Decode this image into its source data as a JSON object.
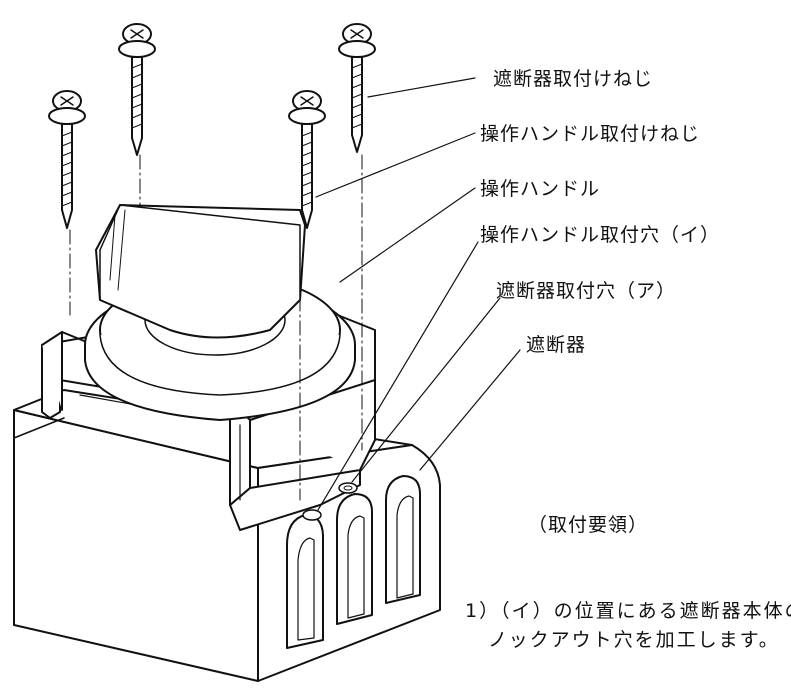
{
  "labels": {
    "breaker_screw": "遮断器取付けねじ",
    "handle_screw": "操作ハンドル取付けねじ",
    "handle": "操作ハンドル",
    "handle_hole": "操作ハンドル取付穴（イ）",
    "breaker_hole": "遮断器取付穴（ア）",
    "breaker": "遮断器"
  },
  "procedure": {
    "title": "（取付要領）",
    "step1_line1": "1）（イ）の位置にある遮断器本体の",
    "step1_line2": "ノックアウト穴を加工します。"
  },
  "colors": {
    "line": "#111111",
    "background": "#ffffff"
  }
}
